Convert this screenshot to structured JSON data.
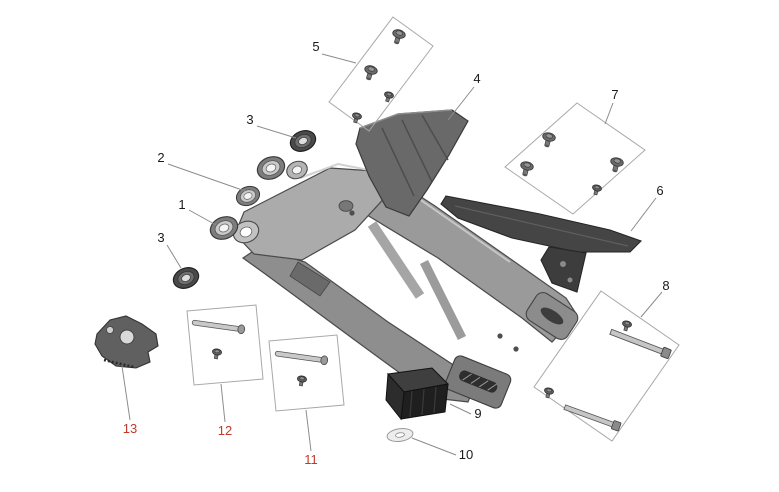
{
  "figure": {
    "kind": "exploded-parts-diagram",
    "background": "#ffffff"
  },
  "style": {
    "leader_line_color": "#8c8c8c",
    "box_border_color": "#a8a8a8",
    "label_black": "#1a1a1a",
    "label_red": "#c0392b"
  },
  "callouts": [
    {
      "label": "1",
      "color": "#1a1a1a"
    },
    {
      "label": "2",
      "color": "#1a1a1a"
    },
    {
      "label": "3",
      "color": "#1a1a1a"
    },
    {
      "label": "3",
      "color": "#1a1a1a"
    },
    {
      "label": "4",
      "color": "#1a1a1a"
    },
    {
      "label": "5",
      "color": "#1a1a1a"
    },
    {
      "label": "6",
      "color": "#1a1a1a"
    },
    {
      "label": "7",
      "color": "#1a1a1a"
    },
    {
      "label": "8",
      "color": "#1a1a1a"
    },
    {
      "label": "9",
      "color": "#1a1a1a"
    },
    {
      "label": "10",
      "color": "#1a1a1a"
    },
    {
      "label": "11",
      "color": "#c0392b"
    },
    {
      "label": "12",
      "color": "#c0392b"
    },
    {
      "label": "13",
      "color": "#c0392b"
    }
  ]
}
